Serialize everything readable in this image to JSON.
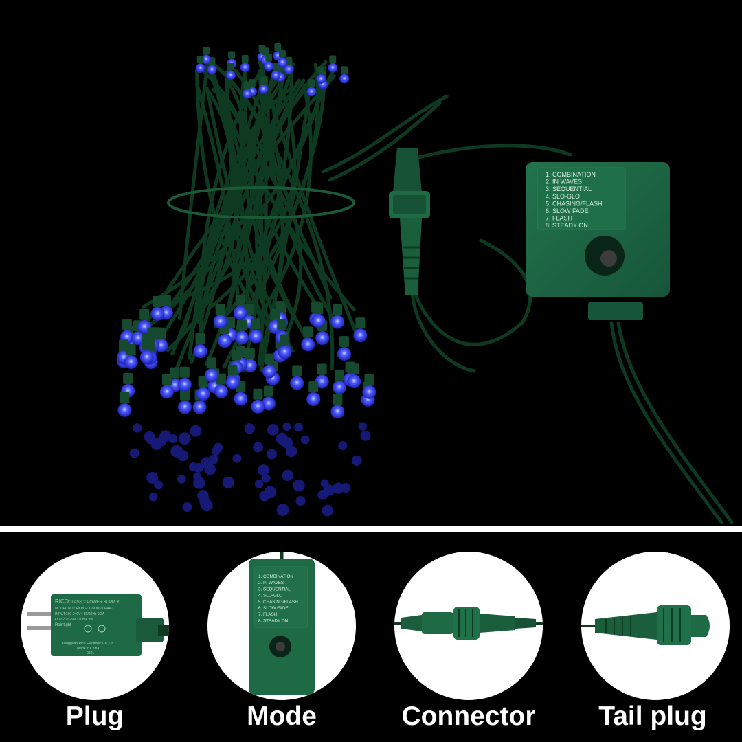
{
  "product": {
    "controller_modes": [
      "1. COMBINATION",
      "2. IN WAVES",
      "3. SEQUENTIAL",
      "4. SLO-GLO",
      "5. CHASING/FLASH",
      "6. SLOW FADE",
      "7. FLASH",
      "8. STEADY ON"
    ]
  },
  "adapter_label": {
    "brand": "RICO",
    "title": "CLASS 2 POWER SUPPLY",
    "model": "MODEL NO.: RKPD-UL2900310P44-1",
    "input": "INPUT:100-240V~ 50/60Hz 0.2A",
    "output": "OUTPUT:29V     310mA 9W",
    "raintight": "Raintight",
    "maker": "Dongguan Rico Electronic Co.,Ltd",
    "made_in": "Made in China",
    "code": "0621"
  },
  "features": [
    {
      "id": "plug",
      "label": "Plug"
    },
    {
      "id": "mode",
      "label": "Mode"
    },
    {
      "id": "connector",
      "label": "Connector"
    },
    {
      "id": "tail",
      "label": "Tail plug"
    }
  ],
  "colors": {
    "background": "#000000",
    "led_blue": "#2f3dff",
    "wire_green": "#123a22",
    "housing_green": "#1d6a45",
    "divider": "#ffffff",
    "caption": "#ffffff"
  },
  "icons": {
    "light_string": "led-string-icon",
    "controller": "controller-box-icon",
    "power_adapter": "power-adapter-icon",
    "connector": "waterproof-connector-icon",
    "tail": "tail-plug-icon"
  }
}
